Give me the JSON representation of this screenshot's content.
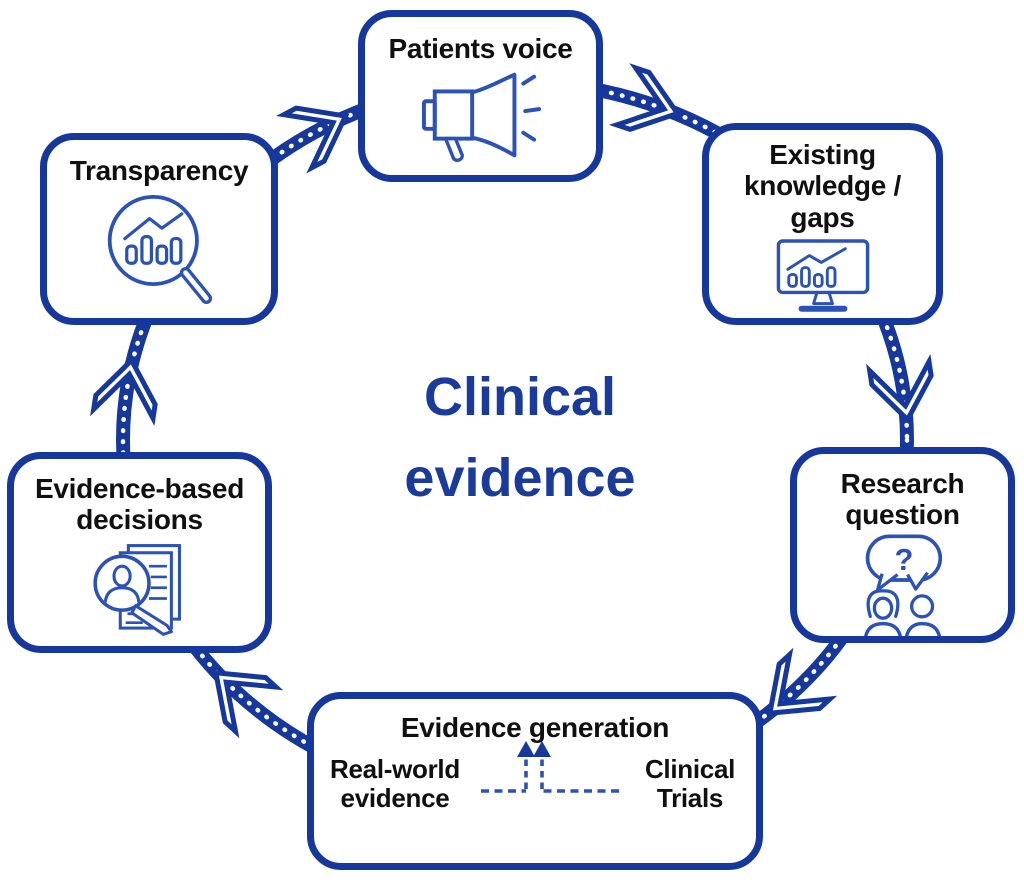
{
  "title": {
    "line1": "Clinical",
    "line2": "evidence"
  },
  "nodes": {
    "patients_voice": {
      "label": "Patients voice",
      "icon": "megaphone-icon"
    },
    "existing_knowledge": {
      "label": "Existing knowledge / gaps",
      "icon": "monitor-bar-chart-icon"
    },
    "research_question": {
      "label": "Research question",
      "icon": "question-bubble-people-icon",
      "bubble_text": "?"
    },
    "evidence_generation": {
      "label": "Evidence generation",
      "left_source": "Real-world evidence",
      "right_source": "Clinical Trials",
      "icon": "merging-dashed-arrows-icon"
    },
    "evidence_based_decisions": {
      "label": "Evidence-based decisions",
      "icon": "magnifier-person-document-icon"
    },
    "transparency": {
      "label": "Transparency",
      "icon": "magnifier-bar-chart-icon"
    }
  },
  "flow": {
    "direction": "clockwise",
    "arrow_count": 6,
    "band_style": "dotted-ribbon"
  },
  "colors": {
    "navy": "#16379c",
    "icon_blue": "#2a52b8",
    "title_blue": "#1a3b9c",
    "text": "#101010",
    "background": "#ffffff"
  }
}
